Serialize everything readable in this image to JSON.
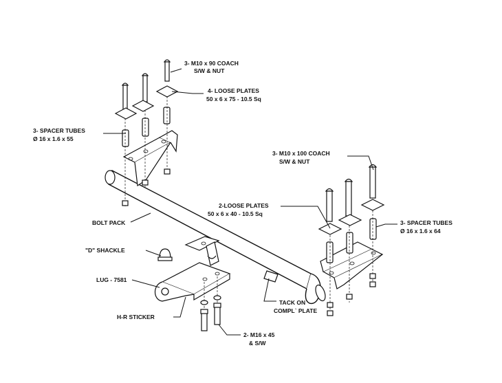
{
  "labels": {
    "coach_bolts_left_1": "3- M10 x 90 COACH",
    "coach_bolts_left_2": "S/W & NUT",
    "loose_plates_left_1": "4- LOOSE PLATES",
    "loose_plates_left_2": "50 x 6 x 75 - 10.5 Sq",
    "spacer_tubes_left_1": "3- SPACER TUBES",
    "spacer_tubes_left_2": "Ø 16 x 1.6 x 55",
    "coach_bolts_right_1": "3- M10 x 100 COACH",
    "coach_bolts_right_2": "S/W & NUT",
    "loose_plates_right_1": "2-LOOSE PLATES",
    "loose_plates_right_2": "50 x 6 x 40 - 10.5 Sq",
    "spacer_tubes_right_1": "3- SPACER TUBES",
    "spacer_tubes_right_2": "Ø 16 x 1.6 x 64",
    "bolt_pack": "BOLT PACK",
    "d_shackle": "\"D\" SHACKLE",
    "lug": "LUG - 7581",
    "hr_sticker": "H-R STICKER",
    "tack_on_1": "TACK ON",
    "tack_on_2": "COMPL` PLATE",
    "m16_bolts_1": "2- M16 x 45",
    "m16_bolts_2": "& S/W"
  }
}
